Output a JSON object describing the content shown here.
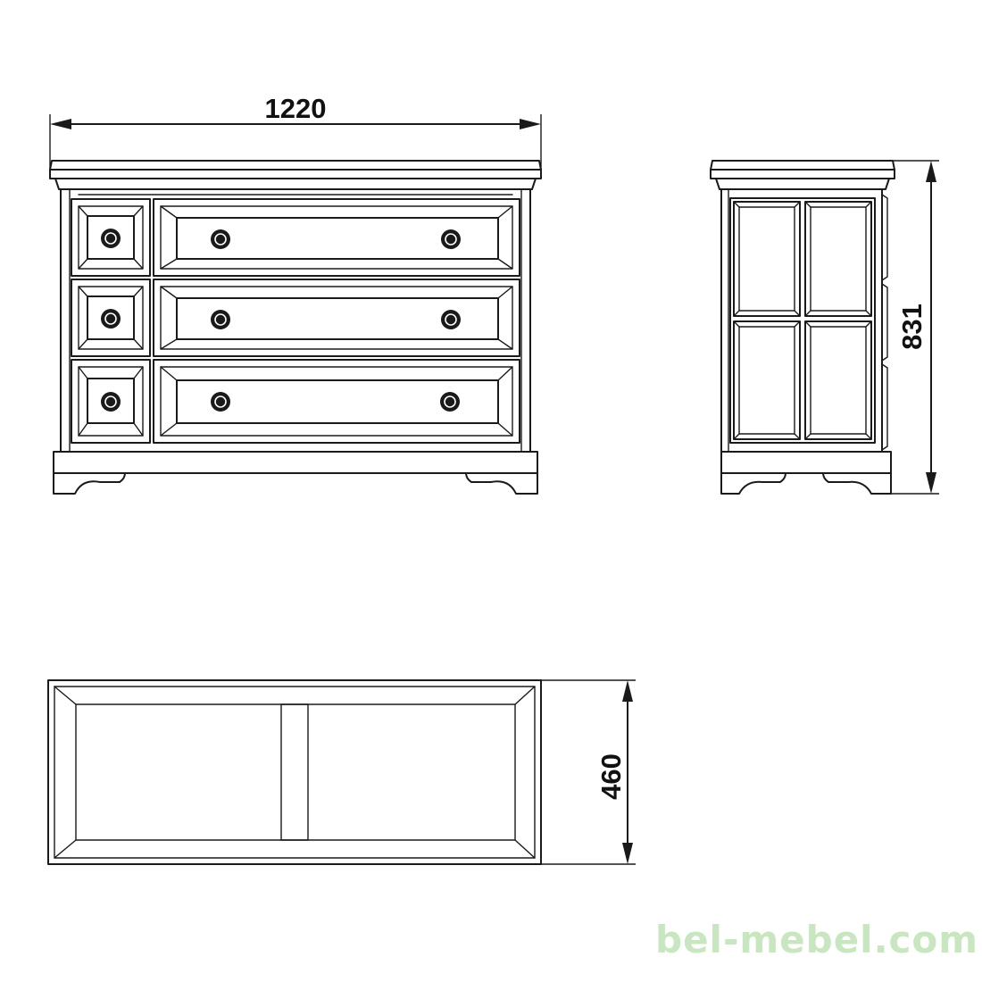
{
  "dimensions": {
    "width": "1220",
    "height": "831",
    "depth": "460"
  },
  "watermark": {
    "text": "bel-mebel.com",
    "color": "#c8e6bf"
  },
  "colors": {
    "line": "#1a1a1a",
    "background": "#ffffff"
  }
}
